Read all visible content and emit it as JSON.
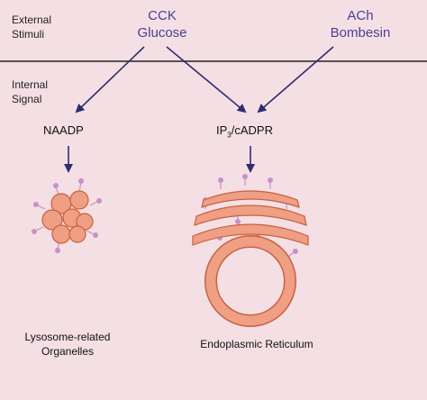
{
  "labels": {
    "external_line1": "External",
    "external_line2": "Stimuli",
    "internal_line1": "Internal",
    "internal_line2": "Signal"
  },
  "stimuli": {
    "left_line1": "CCK",
    "left_line2": "Glucose",
    "right_line1": "ACh",
    "right_line2": "Bombesin"
  },
  "signals": {
    "naadp": "NAADP",
    "ip3_prefix": "IP",
    "ip3_subscript": "3",
    "ip3_suffix": "/cADPR"
  },
  "captions": {
    "lysosome_line1": "Lysosome-related",
    "lysosome_line2": "Organelles",
    "er": "Endoplasmic Reticulum"
  },
  "colors": {
    "background": "#f4dfe4",
    "arrow": "#2f2d6e",
    "stimulus_text": "#4a3f96",
    "organelle_fill": "#ee9f84",
    "organelle_stroke": "#c9603f",
    "receptor": "#c792c8"
  }
}
